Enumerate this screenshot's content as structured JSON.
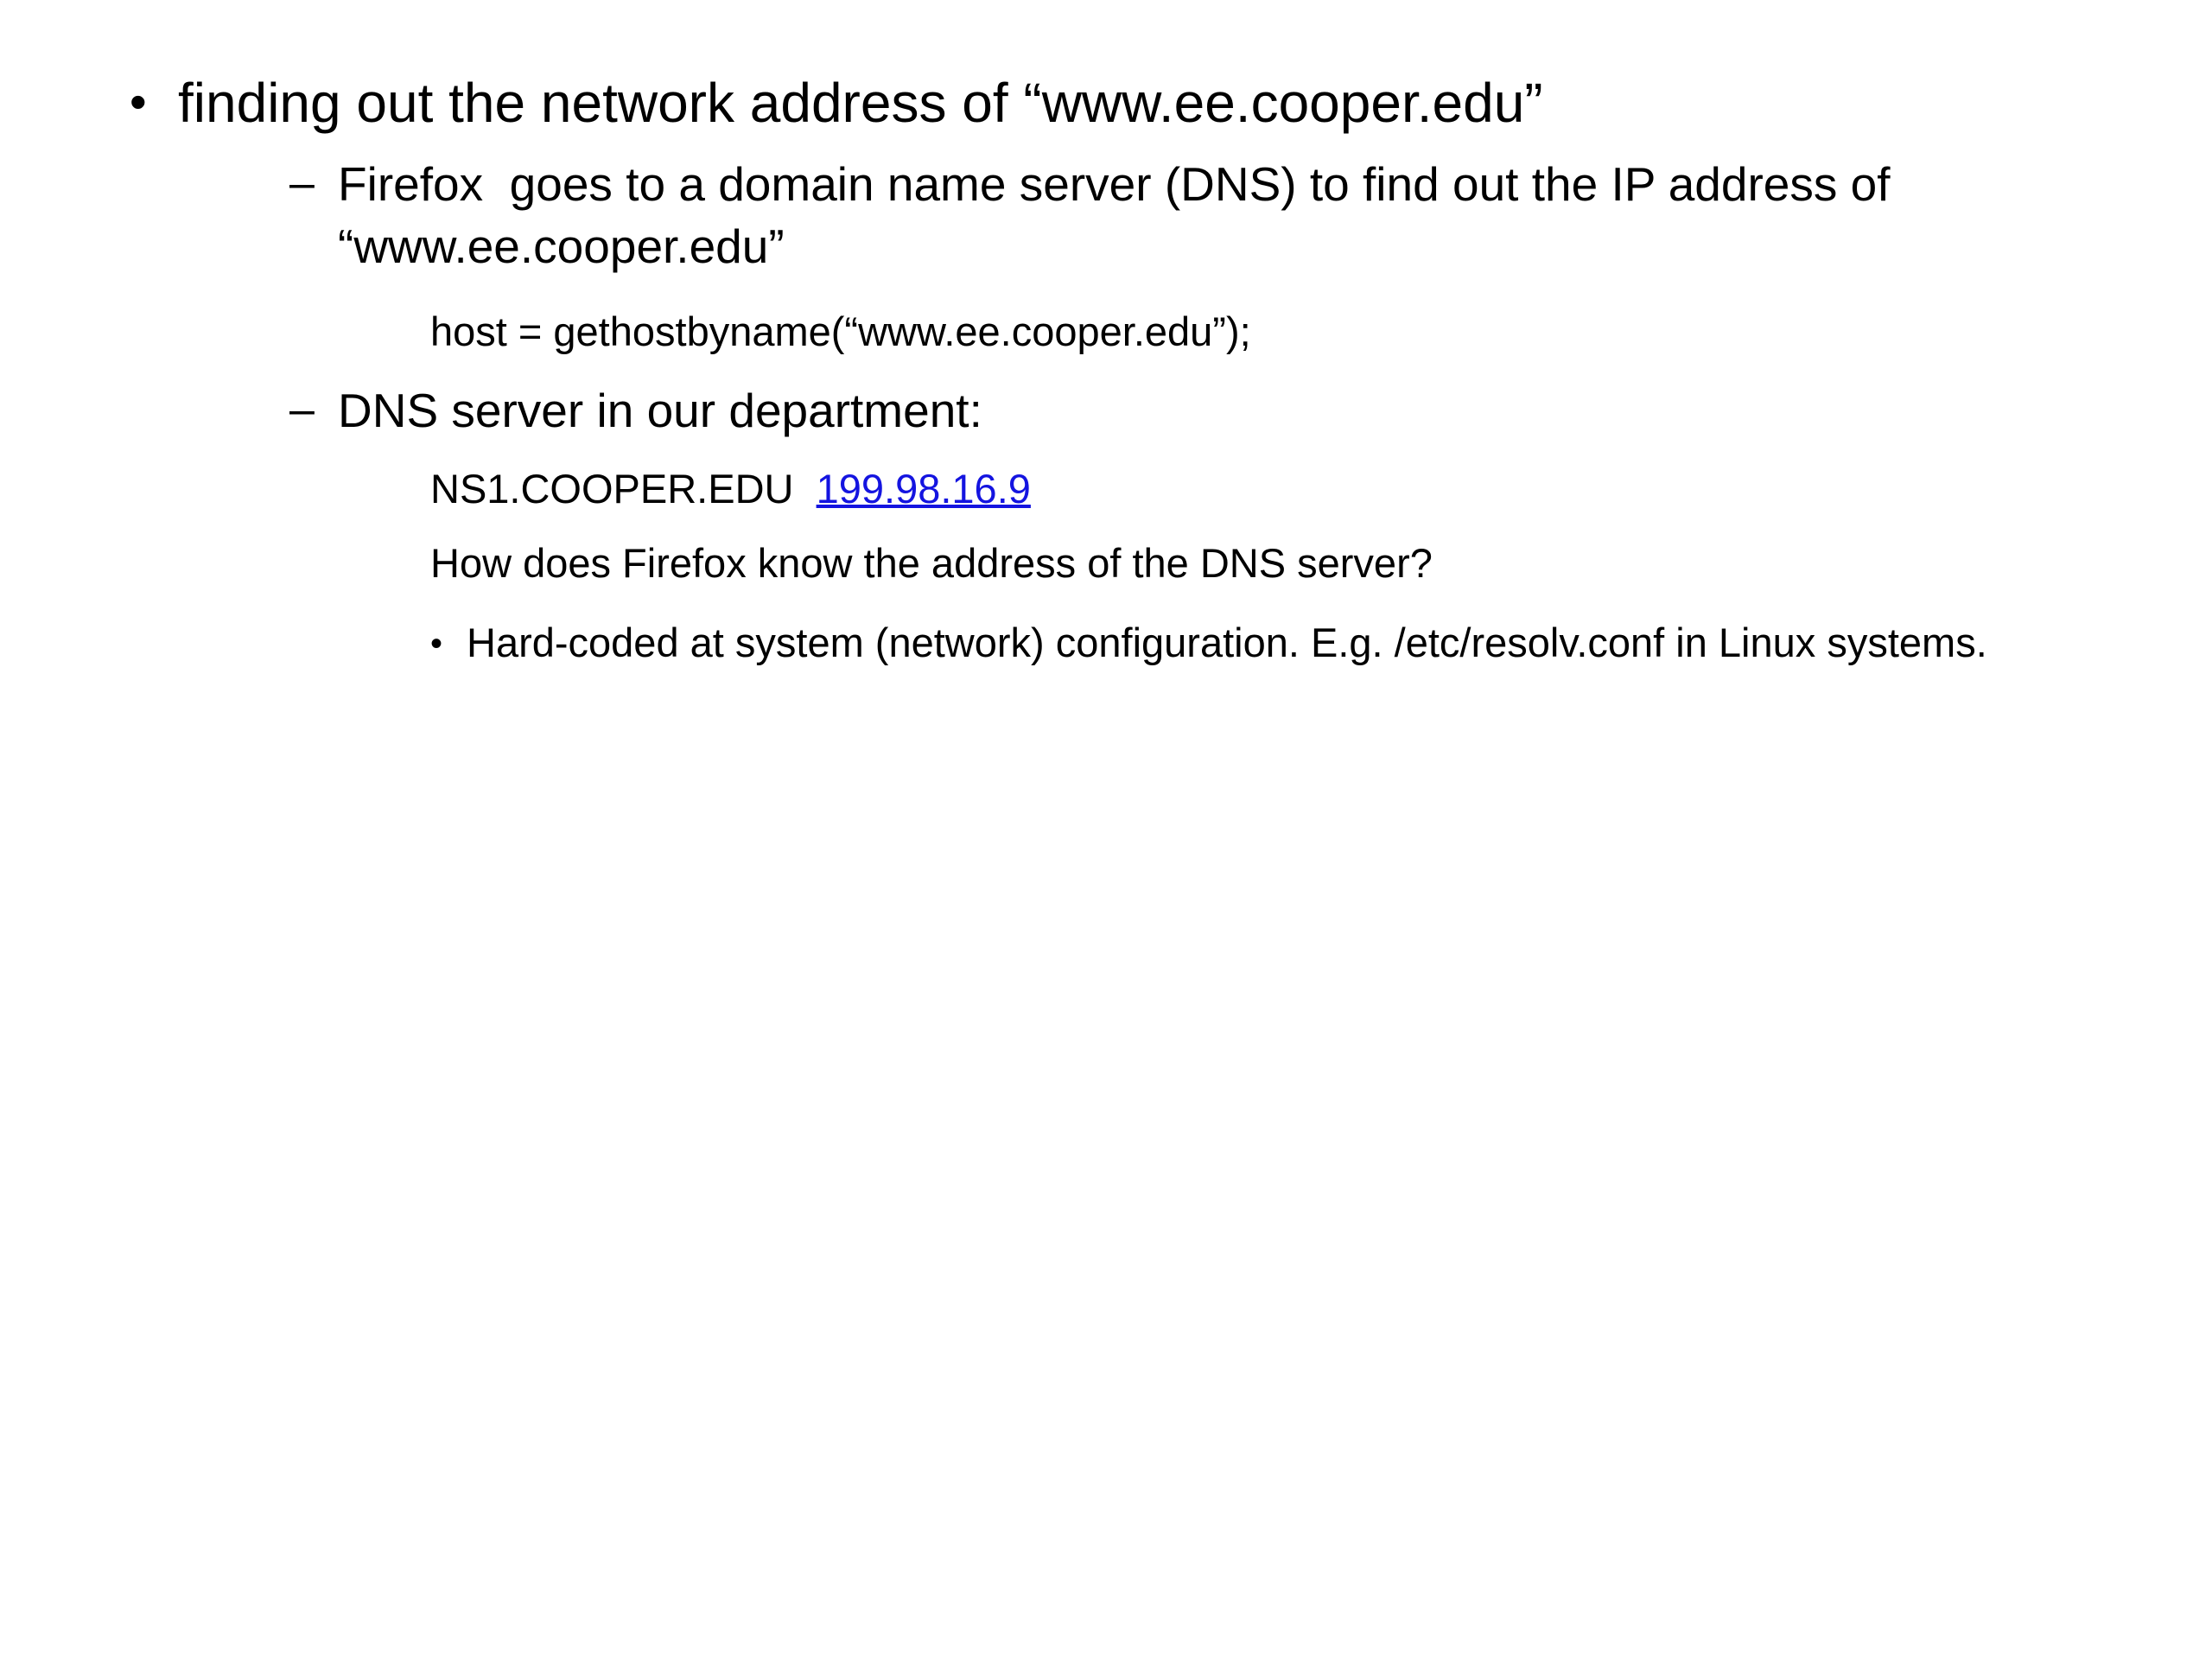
{
  "slide": {
    "background_color": "#ffffff",
    "text_color": "#000000",
    "link_color": "#1414E0",
    "content": {
      "level1_bullet_marker": "•",
      "level2_bullet_marker": "–",
      "level4_bullet_marker": "•",
      "item_main": "finding out the network address of “www.ee.cooper.edu”",
      "item_firefox_dns": "Firefox  goes to a domain name server (DNS) to find out the IP address of “www.ee.cooper.edu”",
      "item_code": "host = gethostbyname(“www.ee.cooper.edu”);",
      "item_dns_dept": "DNS server in our department:",
      "dns_host_name": "NS1.COOPER.EDU",
      "dns_host_gap": "  ",
      "dns_host_ip": "199.98.16.9",
      "item_question": "How does Firefox know the address of the DNS server?",
      "item_hardcoded": "Hard-coded at system (network) configuration. E.g. /etc/resolv.conf in Linux systems."
    }
  }
}
